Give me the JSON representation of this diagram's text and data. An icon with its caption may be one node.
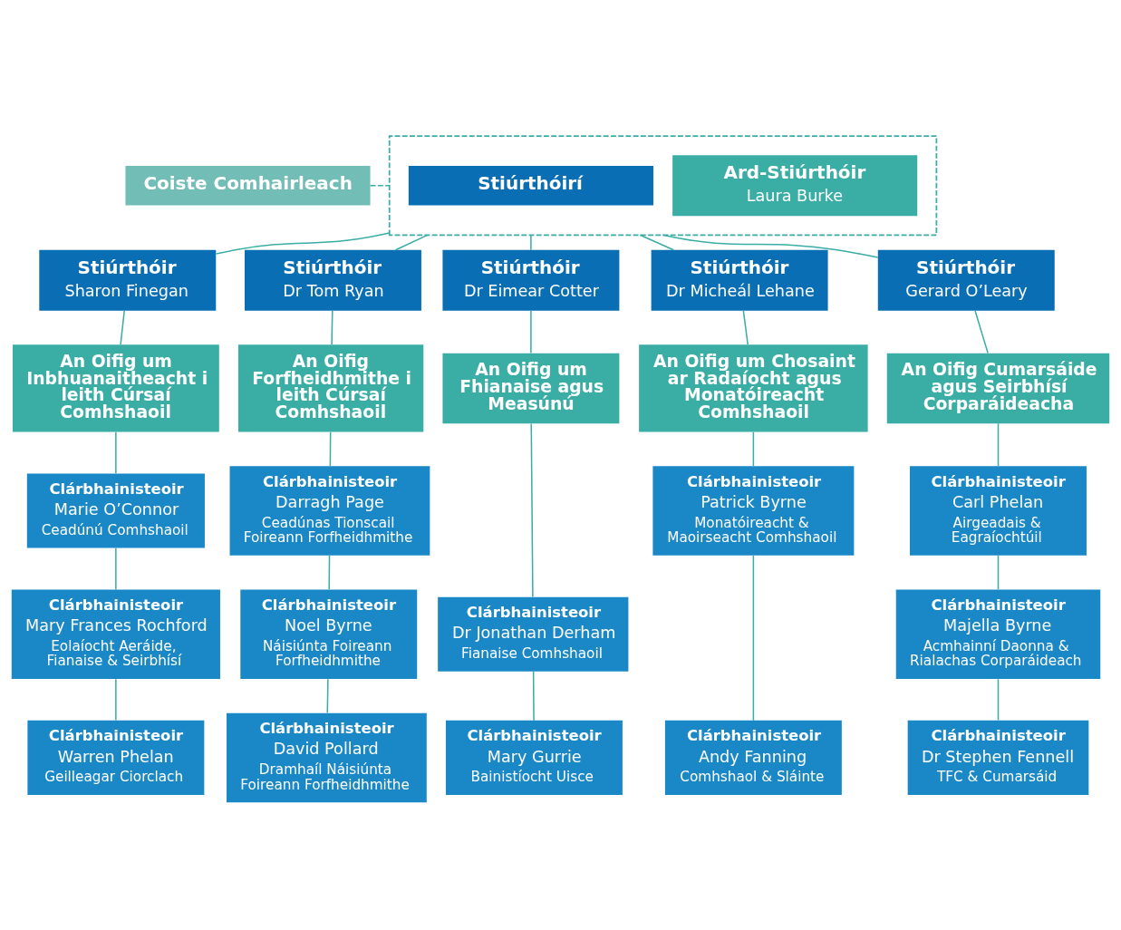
{
  "diagram": {
    "nodes": [
      {
        "text": [],
        "shape": "box"
      },
      {
        "text": [
          "Ard-Stiúrthóir",
          "Laura Burke"
        ],
        "in": 0
      },
      {
        "text": [
          "Stiúrthóirí"
        ],
        "in": 0
      },
      {
        "text": [
          "Coiste Comhairleach"
        ]
      },
      {
        "text": [
          "Stiúrthóir",
          "Sharon Finegan"
        ]
      },
      {
        "text": [
          "Stiúrthóir",
          "Dr Tom Ryan"
        ]
      },
      {
        "text": [
          "Stiúrthóir",
          "Dr Eimear Cotter"
        ]
      },
      {
        "text": [
          "Stiúrthóir",
          "Dr Micheál Lehane"
        ]
      },
      {
        "text": [
          "Stiúrthóir",
          "Gerard O’Leary"
        ]
      },
      {
        "text": [
          "An Oifig um Inbhuanaitheacht i leith Cúrsaí Comhshaoil"
        ]
      },
      {
        "text": [
          "An Oifig Forfheidhmithe i leith Cúrsaí Comhshaoil"
        ]
      },
      {
        "text": [
          "An Oifig um Fhianaise agus Measúnú"
        ]
      },
      {
        "text": [
          "An Oifig um Chosaint ar Radaíocht agus Monatóireacht Comhshaoil"
        ]
      },
      {
        "text": [
          "An Oifig Cumarsáide agus Seirbhísí Corparáideacha"
        ]
      },
      {
        "text": [
          "Clárbhainisteoir",
          "Marie O’Connor",
          "Ceadúnú Comhshaoil"
        ]
      },
      {
        "text": [
          "Clárbhainisteoir",
          "Darragh Page",
          "Ceadúnas Tionscail Foireann Forfheidhmithe"
        ]
      },
      {
        "text": [
          "Clárbhainisteoir",
          "Dr Jonathan Derham",
          "Fianaise Comhshaoil"
        ]
      },
      {
        "text": [
          "Clárbhainisteoir",
          "Patrick Byrne",
          "Monatóireacht & Maoirseacht Comhshaoil"
        ]
      },
      {
        "text": [
          "Clárbhainisteoir",
          "Carl Phelan",
          "Airgeadais & Eagraíochtúil"
        ]
      },
      {
        "text": [
          "Clárbhainisteoir",
          "Mary Frances Rochford",
          "Eolaíocht Aeráide, Fianaise & Seirbhísí"
        ]
      },
      {
        "text": [
          "Clárbhainisteoir",
          "Noel Byrne",
          "Náisiúnta Foireann Forfheidhmithe"
        ]
      },
      {
        "text": [
          "Clárbhainisteoir",
          "Majella Byrne",
          "Acmhainní Daonna & Rialachas Corparáideach"
        ]
      },
      {
        "text": [
          "Clárbhainisteoir",
          "Warren Phelan",
          "Geilleagar Ciorclach"
        ]
      },
      {
        "text": [
          "Clárbhainisteoir",
          "David Pollard",
          "Dramhaíl Náisiúnta Foireann Forfheidhmithe"
        ]
      },
      {
        "text": [
          "Clárbhainisteoir",
          "Mary Gurrie",
          "Bainistíocht Uisce"
        ]
      },
      {
        "text": [
          "Clárbhainisteoir",
          "Andy Fanning",
          "Comhshaol & Sláinte"
        ]
      },
      {
        "text": [
          "Clárbhainisteoir",
          "Dr Stephen Fennell",
          "TFC & Cumarsáid"
        ]
      }
    ],
    "edges": [
      {
        "from": 3,
        "to": 0,
        "arrow": "none",
        "style": "dashed"
      },
      {
        "from": 0,
        "to": 4,
        "arrow": "none"
      },
      {
        "from": 0,
        "to": 5,
        "arrow": "none"
      },
      {
        "from": 0,
        "to": 6,
        "arrow": "none"
      },
      {
        "from": 0,
        "to": 7,
        "arrow": "none"
      },
      {
        "from": 0,
        "to": 8,
        "arrow": "none"
      },
      {
        "from": 4,
        "to": 9,
        "arrow": "none"
      },
      {
        "from": 5,
        "to": 10,
        "arrow": "none"
      },
      {
        "from": 6,
        "to": 11,
        "arrow": "none"
      },
      {
        "from": 7,
        "to": 12,
        "arrow": "none"
      },
      {
        "from": 8,
        "to": 13,
        "arrow": "none"
      },
      {
        "from": 9,
        "to": 14,
        "arrow": "none"
      },
      {
        "from": 10,
        "to": 15,
        "arrow": "none"
      },
      {
        "from": 11,
        "to": 16,
        "arrow": "none"
      },
      {
        "from": 12,
        "to": 17,
        "arrow": "none"
      },
      {
        "from": 13,
        "to": 18,
        "arrow": "none"
      },
      {
        "from": 14,
        "to": 19,
        "arrow": "none"
      },
      {
        "from": 15,
        "to": 20,
        "arrow": "none"
      },
      {
        "from": 18,
        "to": 21,
        "arrow": "none"
      },
      {
        "from": 19,
        "to": 22,
        "arrow": "none"
      },
      {
        "from": 20,
        "to": 23,
        "arrow": "none"
      },
      {
        "from": 16,
        "to": 24,
        "arrow": "none"
      },
      {
        "from": 17,
        "to": 25,
        "arrow": "none"
      },
      {
        "from": 21,
        "to": 26,
        "arrow": "none"
      }
    ]
  }
}
